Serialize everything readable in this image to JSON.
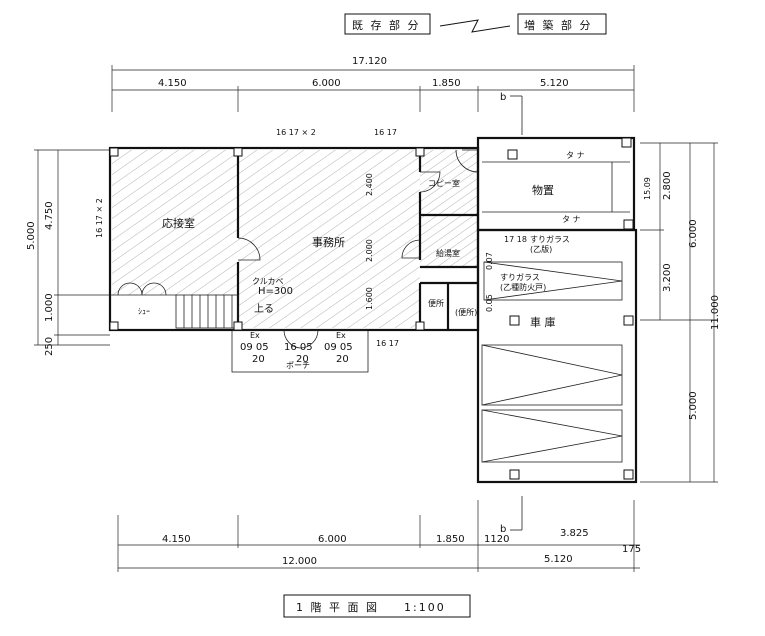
{
  "header": {
    "existing_label": "既 存 部 分",
    "extension_label": "増 築 部 分"
  },
  "dimensions_top": {
    "overall": "17.120",
    "segments": [
      "4.150",
      "6.000",
      "1.850",
      "5.120"
    ]
  },
  "dimensions_bottom": {
    "segments_upper": [
      "4.150",
      "6.000",
      "1.850",
      "3.825"
    ],
    "segments_lower": [
      "12.000",
      "5.120"
    ],
    "small_1120": "1120",
    "small_175": "175",
    "section_mark": "b"
  },
  "dimensions_left": {
    "overall": "5.000",
    "parts": [
      "4.750",
      "1.000",
      "250"
    ],
    "grid_label": "16 17 × 2"
  },
  "dimensions_right": {
    "overall": "11.000",
    "parts_outer": [
      "6.000",
      "5.000"
    ],
    "parts_inner": [
      "2.800",
      "3.200"
    ],
    "small": "15.09"
  },
  "interior_dims": {
    "top_grid_a": "16 17 × 2",
    "top_grid_b": "16 17",
    "vertical_1": "2.400",
    "vertical_2": "2.000",
    "vertical_3": "1.600",
    "bottom_grid": "16 17",
    "right_grid": "17  18",
    "small_007": "0.07",
    "small_005": "0.05"
  },
  "rooms": {
    "reception": "応接室",
    "office": "事務所",
    "copy_room": "コピー室",
    "storage": "物置",
    "hot_water_room": "給湯室",
    "garage": "車 庫",
    "toilet": "便所",
    "toilet2": "(便所)"
  },
  "annotations": {
    "section_b_top": "b",
    "shelf_a": "タ ナ",
    "shelf_b": "タ ナ",
    "glass_1": "すりガラス",
    "glass_1b": "(乙版)",
    "glass_2": "すりガラス",
    "glass_2b": "(乙種防火戸)",
    "carpet": "クルカペ",
    "carpet_h": "H=300",
    "up_label": "上る",
    "shoe_label": "ｼｭｰ",
    "window_a1": "Ex",
    "window_a2": "09 05",
    "window_a3": "20",
    "window_b1": "16 05",
    "window_b2": "20",
    "window_c1": "Ex",
    "window_c2": "09 05",
    "window_c3": "20",
    "porch": "ポーチ"
  },
  "title": {
    "label": "1 階 平 面 図",
    "scale": "1:100"
  }
}
